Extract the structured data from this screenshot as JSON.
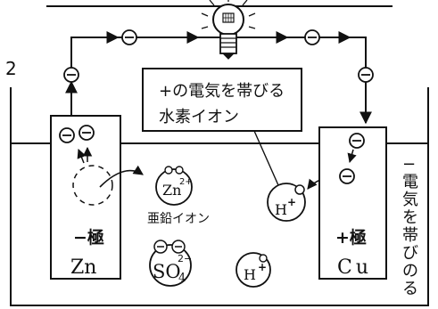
{
  "figure": {
    "number_label": "2",
    "callout": {
      "line1": "+の電気を帯びる",
      "line2": "水素イオン"
    },
    "zinc_plate": {
      "pole_label": "−極",
      "symbol": "Zn"
    },
    "copper_plate": {
      "pole_label": "+極",
      "symbol": "Cu"
    },
    "zinc_ion": {
      "symbol": "Zn",
      "charge": "2+",
      "caption": "亜鉛イオン"
    },
    "sulfate_ion": {
      "symbol": "SO",
      "subscript": "4",
      "charge": "2−"
    },
    "hydrogen_ion": {
      "symbol": "H",
      "charge": "+"
    },
    "vertical_note": [
      "−",
      "電",
      "気",
      "を",
      "帯",
      "び",
      "の",
      "る"
    ],
    "electron_symbol": "⊖",
    "bulb_icon": "light-bulb-icon"
  }
}
